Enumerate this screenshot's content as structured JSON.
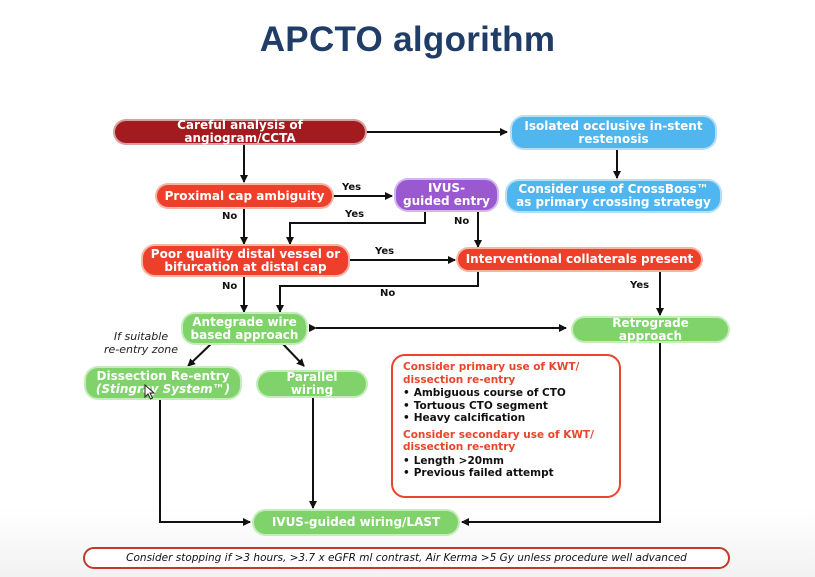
{
  "title": "APCTO algorithm",
  "nodes": {
    "careful_analysis": "Careful analysis of angiogram/CCTA",
    "isolated_occlusive": "Isolated occlusive in-stent\nrestenosis",
    "proximal_cap": "Proximal cap ambiguity",
    "ivus_guided_entry": "IVUS-\nguided entry",
    "crossboss": "Consider use of CrossBoss™\nas primary crossing strategy",
    "poor_quality": "Poor quality distal vessel or\nbifurcation at distal cap",
    "interventional_collaterals": "Interventional collaterals present",
    "antegrade": "Antegrade wire\nbased approach",
    "retrograde": "Retrograde approach",
    "dissection_reentry": "Dissection Re-entry",
    "stingray": "(Stingray System™)",
    "parallel_wiring": "Parallel wiring",
    "ivus_wiring_last": "IVUS-guided wiring/LAST"
  },
  "edge_labels": {
    "yes_proximal_ivus": "Yes",
    "no_proximal": "No",
    "yes_ivus_back": "Yes",
    "no_ivus": "No",
    "yes_poor_collaterals": "Yes",
    "no_poor": "No",
    "no_collaterals": "No",
    "yes_collaterals": "Yes",
    "if_suitable": "If suitable\nre-entry zone"
  },
  "kwt": {
    "primary_heading": "Consider primary use of KWT/\ndissection re-entry",
    "primary_items": [
      "Ambiguous course of CTO",
      "Tortuous CTO segment",
      "Heavy calcification"
    ],
    "secondary_heading": "Consider secondary use of KWT/\ndissection re-entry",
    "secondary_items": [
      "Length >20mm",
      "Previous failed attempt"
    ]
  },
  "footer_note": "Consider stopping if >3 hours, >3.7 x eGFR ml contrast, Air Kerma >5 Gy unless procedure well advanced",
  "colors": {
    "title": "#1f3d66",
    "start": "#a31b1f",
    "decision": "#ee3f2a",
    "strategy": "#7fd36a",
    "instent": "#4fb6ef",
    "ivus": "#9b59d0"
  }
}
